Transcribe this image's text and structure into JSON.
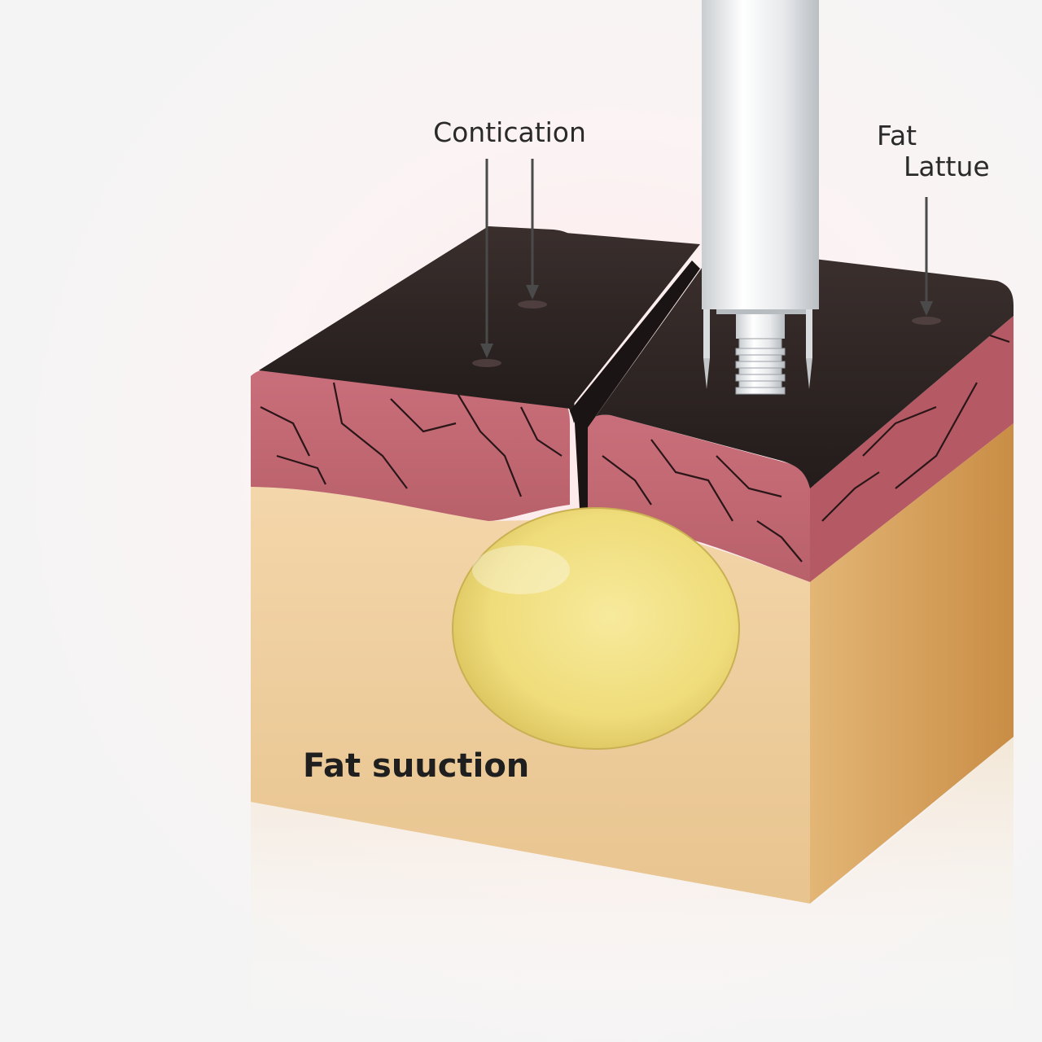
{
  "labels": {
    "top_left": "Contication",
    "top_right_line1": "Fat",
    "top_right_line2": "Lattue",
    "bottom": "Fat suuction"
  },
  "colors": {
    "background": "#ffffff",
    "skin_top": "#2b2220",
    "dermis": "#c47077",
    "fat_layer": "#ecc896",
    "fat_side": "#d4a060",
    "fat_globule": "#f3e38c",
    "instrument": "#eceeef"
  },
  "icons": [
    "arrow-down-icon",
    "needle-icon",
    "cannula-icon"
  ]
}
